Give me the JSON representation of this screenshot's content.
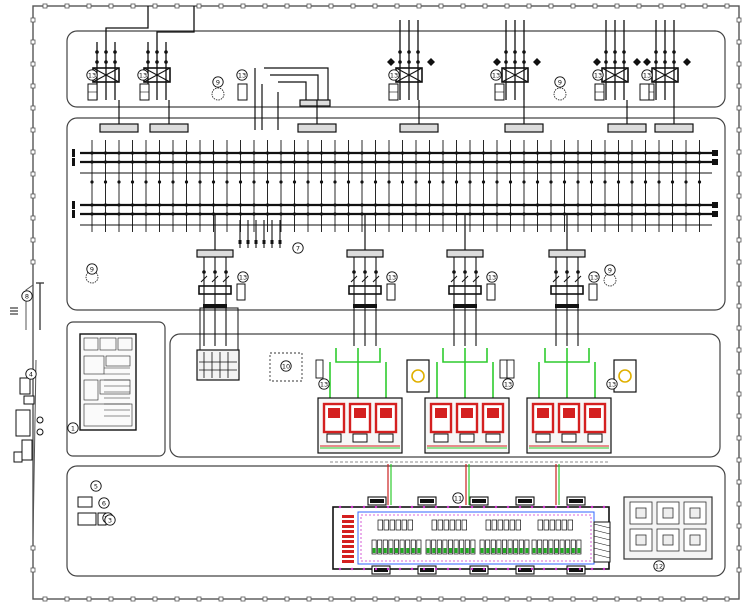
{
  "callouts": {
    "c1": "1",
    "c3": "3",
    "c4": "4",
    "c5": "5",
    "c6": "6",
    "c7": "7",
    "c8": "8",
    "c9": "9",
    "c10": "10",
    "c11": "11",
    "c12": "12",
    "c13": "13"
  },
  "colors": {
    "line": "#111111",
    "zone": "#444444",
    "fence": "#555555",
    "cable_green": "#2ecc2e",
    "unit_red": "#d42020",
    "accent_magenta": "#cc33cc",
    "accent_blue": "#3366ff",
    "transformer_yellow": "#e0b000"
  }
}
